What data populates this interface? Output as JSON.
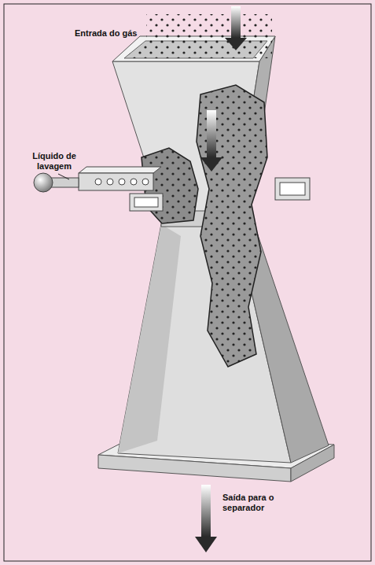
{
  "diagram": {
    "labels": [
      "Entrada do gás",
      "Líquido de lavagem",
      "Saída para o separador"
    ]
  }
}
